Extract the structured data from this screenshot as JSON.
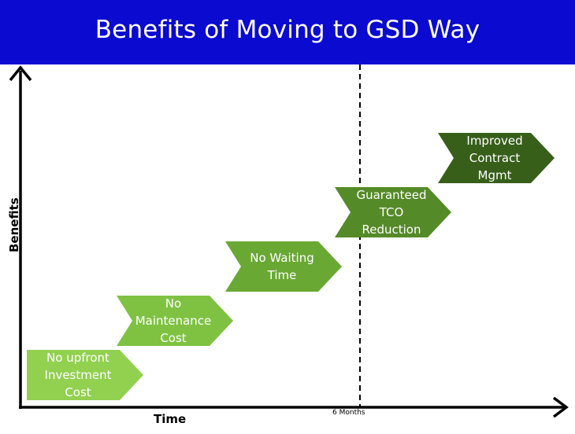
{
  "title": "Benefits of Moving to GSD Way",
  "axes": {
    "y_label": "Benefits",
    "x_label": "Time",
    "marker_label": "6 Months"
  },
  "steps": [
    {
      "label": "No upfront\nInvestment\nCost",
      "color": "#92d050"
    },
    {
      "label": "No\nMaintenance\nCost",
      "color": "#7fc242"
    },
    {
      "label": "No Waiting\nTime",
      "color": "#6aa834"
    },
    {
      "label": "Guaranteed\nTCO\nReduction",
      "color": "#558a28"
    },
    {
      "label": "Improved\nContract\nMgmt",
      "color": "#375f1a"
    }
  ],
  "colors": {
    "title_bar": "#0a0ad0",
    "title_text": "#ffffff",
    "axis": "#000000"
  }
}
